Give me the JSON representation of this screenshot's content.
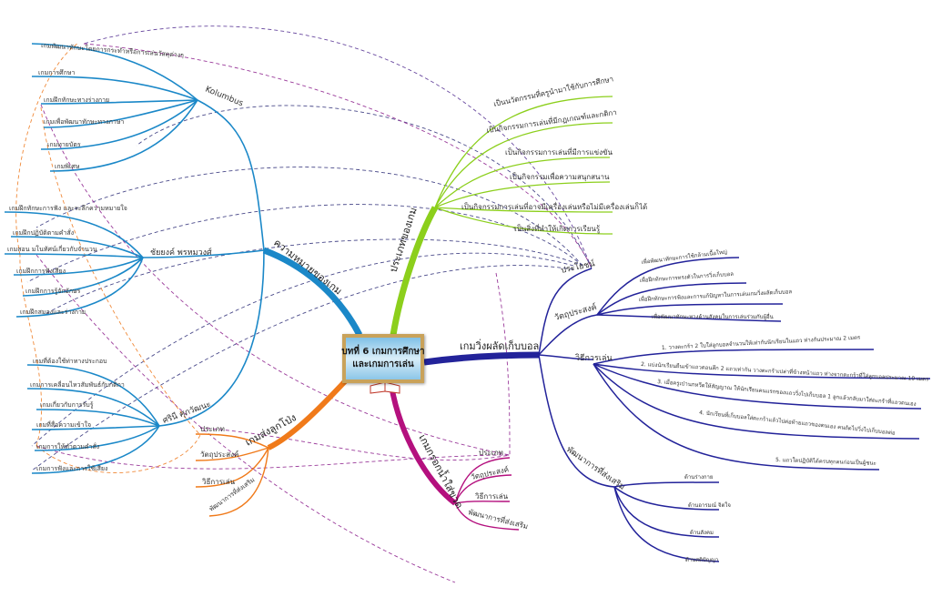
{
  "center": {
    "line1": "บทที่ 6 เกมการศึกษา",
    "line2": "และเกมการเล่น",
    "icon": "open-book-icon"
  },
  "colors": {
    "meaning": "#1b88c8",
    "types": "#8ccf1c",
    "ball": "#23239a",
    "balloon": "#f07a1a",
    "bottle": "#b4107e"
  },
  "meaning": {
    "label": "ความหมายของเกม",
    "kolumbus": {
      "label": "Kolumbus",
      "items": [
        "เกมพัฒนาทักษะโดยการกระทำหรือการเล่นวัสดุต่างๆ",
        "เกมการศึกษา",
        "เกมฝึกทักษะทางร่างกาย",
        "เกมเพื่อพัฒนาทักษะทางภาษา",
        "เกมทายบัตร",
        "เกมพิเศษ"
      ]
    },
    "chaiyong": {
      "label": "ชัยยงค์ พรหมวงศ์",
      "items": [
        "เกมฝึกทักษะการฟัง และระลึกความหมายใจ",
        "เกมฝึกปฏิบัติตามคำสั่ง",
        "เกมสอน มโนทัศน์เกี่ยวกับจำนวน",
        "เกมฝึกการฟังเสียง",
        "เกมฝึกการรู้จักอักษร",
        "เกมฝึกสมองและร่างกาย"
      ]
    },
    "sarinee": {
      "label": "ศรินี ศุภวัฒนะ",
      "items": [
        "เกมที่ต้องใช้ท่าทางประกอบ",
        "เกมการเคลื่อนไหวสัมพันธ์กับกติกา",
        "เกมเกี่ยวกับการรับรู้",
        "เกมที่สื่อความเข้าใจ",
        "เกมการให้ทำตามคำสั่ง",
        "เกมการฟังและการใช้เสียง"
      ]
    }
  },
  "types": {
    "label": "ประเภทของเกม",
    "items": [
      "เป็นนวัตกรรมที่ครูนำมาใช้กับการศึกษา",
      "เป็นกิจกรรมการเล่นที่มีกฎเกณฑ์และกติกา",
      "เป็นกิจกรรมการเล่นที่มีการแข่งขัน",
      "เป็นกิจกรรมเพื่อความสนุกสนาน",
      "เป็นกิจกรรมการเล่นที่อาจมีเครื่องเล่นหรือไม่มีเครื่องเล่นก็ได้",
      "เป็นสิ่งที่ทำให้เกิดการเรียนรู้"
    ]
  },
  "ball": {
    "label": "เกมวิ่งผลัดเก็บบอล",
    "benefit": "ประโยชน์",
    "objective": {
      "label": "วัตถุประสงค์",
      "items": [
        "เพื่อพัฒนาทักษะการใช้กล้ามเนื้อใหญ่",
        "เพื่อฝึกทักษะการทรงตัวในการวิ่งเก็บบอล",
        "เพื่อฝึกทักษะการฟังและการแก้ปัญหาในการเล่นเกมวิ่งผลัดเก็บบอล",
        "เพื่อพัฒนาทักษะทางด้านสังคมในการเล่นร่วมกับผู้อื่น"
      ]
    },
    "howto": {
      "label": "วิธีการเล่น",
      "items": [
        "1. วางตะกร้า 2 ใบใส่ลูกบอลจำนวนให้เท่ากับนักเรียนในแถว ห่างกันประมาณ 2 เมตร",
        "2. แบ่งนักเรียนยืนเข้าแถวตอนลึก 2 แถวเท่ากัน วางตะกร้าเปล่าที่ข้างหน้าแถว ห่างจากตะกร้าที่ใส่ลูกบอลประมาณ 10 เมตร",
        "3. เมื่อครูเป่านกหวีดให้สัญญาณ ให้นักเรียนคนแรกของแถววิ่งไปเก็บบอล 1 ลูกแล้วกลับมาใส่ตะกร้าที่แถวตนเอง",
        "4. นักเรียนที่เก็บบอลใส่ตะกร้าแล้วไปต่อท้ายแถวของตนเอง คนถัดไปวิ่งไปเก็บบอลต่อ",
        "5. แถวใดปฏิบัติได้ครบทุกคนก่อนเป็นผู้ชนะ"
      ]
    },
    "development": {
      "label": "พัฒนาการที่ส่งเสริม",
      "items": [
        "ด้านร่างกาย",
        "ด้านอารมณ์ จิตใจ",
        "ด้านสังคม",
        "ด้านสติปัญญา"
      ]
    }
  },
  "balloon": {
    "label": "เกมส่งลูกโป่ง",
    "items": [
      "ประเภท",
      "วัตถุประสงค์",
      "วิธีการเล่น",
      "พัฒนาการที่ส่งเสริม"
    ]
  },
  "bottle": {
    "label": "เกมกรอกน้ำใส่ขวด",
    "items": [
      "ประเภท",
      "วัตถุประสงค์",
      "วิธีการเล่น",
      "พัฒนาการที่ส่งเสริม"
    ]
  }
}
